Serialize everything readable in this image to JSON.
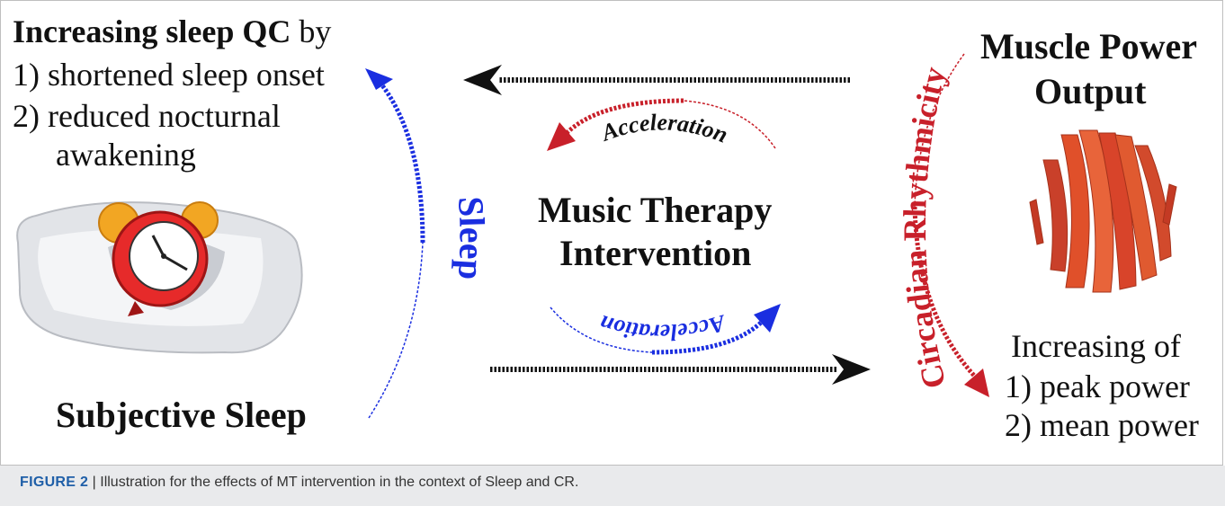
{
  "left": {
    "title_bold": "Increasing sleep QC",
    "title_rest": " by",
    "line1": "1) shortened sleep onset",
    "line2": "2) reduced nocturnal",
    "line3": "awakening",
    "bottom_label": "Subjective Sleep"
  },
  "center": {
    "title_line1": "Music Therapy",
    "title_line2": "Intervention",
    "top_arc_label": "Acceleration",
    "bottom_arc_label": "Acceleration"
  },
  "arcs": {
    "sleep_label": "Sleep",
    "circadian_label": "Circadian Rhythmicity"
  },
  "right": {
    "title_line1": "Muscle Power",
    "title_line2": "Output",
    "inc_label": "Increasing of",
    "item1": "1) peak power",
    "item2": "2) mean power"
  },
  "caption": {
    "figure_label": "FIGURE 2",
    "separator": " | ",
    "text": "Illustration for the effects of MT intervention in the context of Sleep and CR."
  },
  "colors": {
    "blue": "#1a2ee0",
    "red": "#c8202a",
    "black": "#111111",
    "caption_blue": "#1f5fa8"
  }
}
